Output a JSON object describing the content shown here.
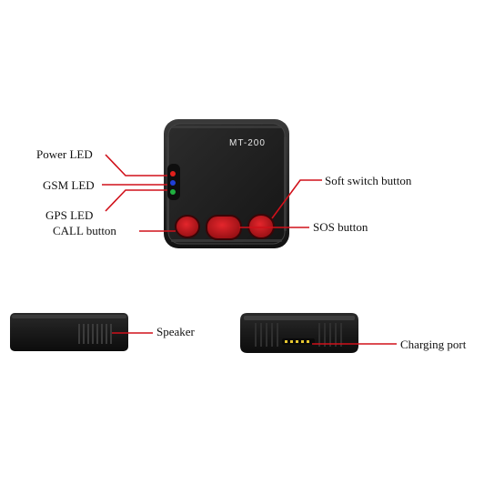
{
  "device": {
    "model_text": "MT-200"
  },
  "labels": {
    "power_led": "Power LED",
    "gsm_led": "GSM LED",
    "gps_led": "GPS LED",
    "call_button": "CALL button",
    "soft_switch_button": "Soft switch button",
    "sos_button": "SOS button",
    "speaker": "Speaker",
    "charging_port": "Charging port"
  },
  "colors": {
    "leader_line": "#d0101a",
    "device_body": "#1c1c1c",
    "button_red": "#c01217",
    "led_power": "#e0201c",
    "led_gsm": "#1f3fd8",
    "led_gps": "#20b040",
    "port_pins": "#e6c630"
  }
}
